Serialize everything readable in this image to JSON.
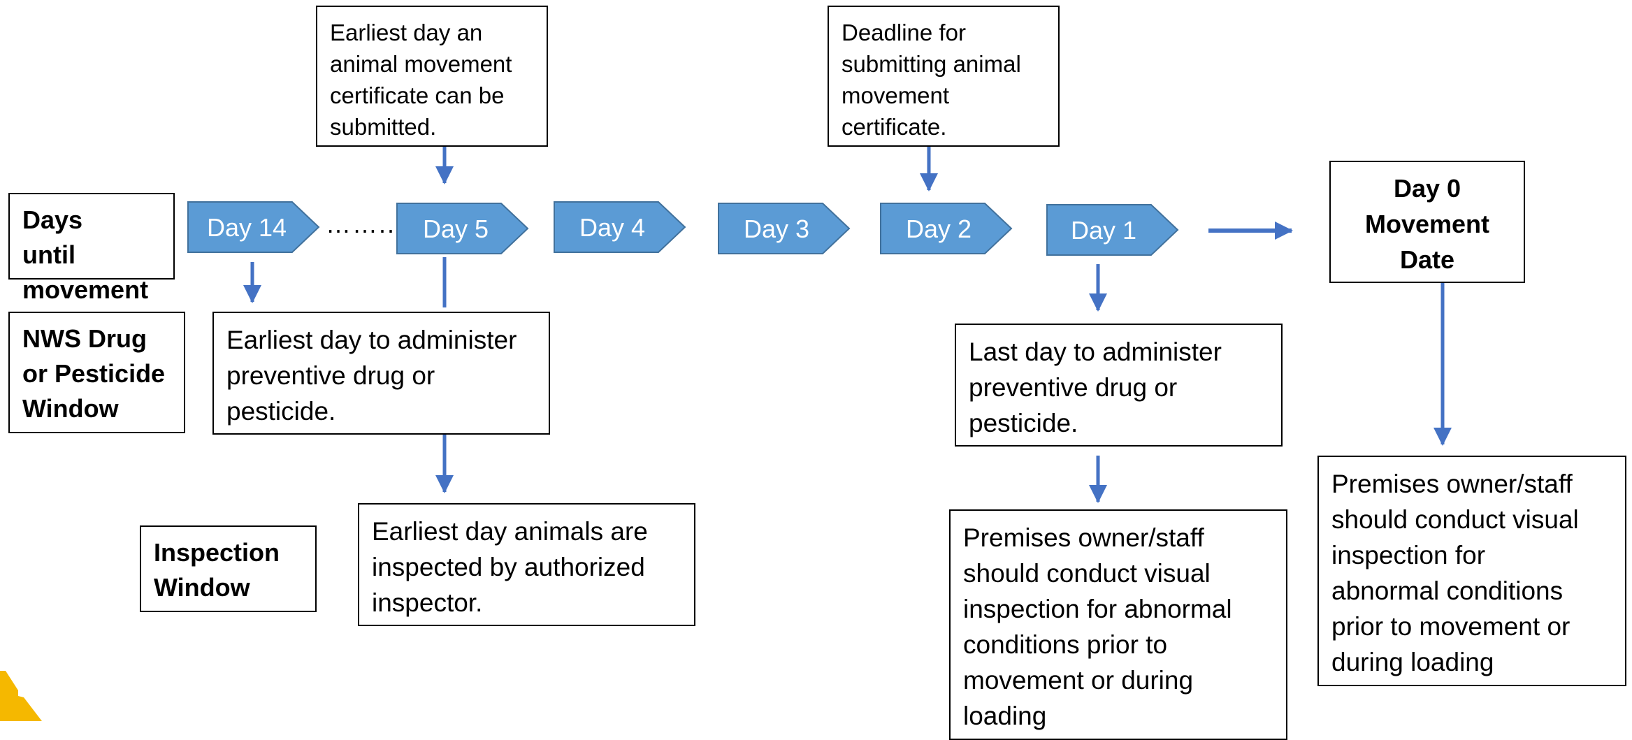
{
  "row_labels": {
    "days_until_movement": "Days until movement",
    "drug_window": "NWS Drug or Pesticide Window",
    "inspection_window": "Inspection Window"
  },
  "timeline": {
    "days": [
      "Day 14",
      "Day 5",
      "Day 4",
      "Day 3",
      "Day 2",
      "Day 1"
    ],
    "ellipsis": "……..",
    "final": {
      "line1": "Day 0",
      "line2": "Movement",
      "line3": "Date"
    }
  },
  "notes": {
    "earliest_certificate": "Earliest day an\nanimal movement\ncertificate can be\nsubmitted.",
    "deadline_certificate": "Deadline for\nsubmitting animal\nmovement\ncertificate.",
    "earliest_drug": "Earliest day to administer\npreventive drug or\npesticide.",
    "last_drug": "Last day to administer\npreventive drug or\npesticide.",
    "earliest_inspection": "Earliest day animals are\ninspected by authorized\ninspector.",
    "visual_inspection_day1": "Premises owner/staff\nshould conduct visual\ninspection for abnormal\nconditions prior to\nmovement or during\nloading",
    "visual_inspection_day0": "Premises owner/staff\nshould conduct visual\ninspection for\nabnormal conditions\nprior to movement or\nduring loading"
  },
  "colors": {
    "chevron_fill": "#5b9bd5",
    "chevron_stroke": "#41719c",
    "arrow": "#4472c4",
    "logo": "#f5b800"
  }
}
